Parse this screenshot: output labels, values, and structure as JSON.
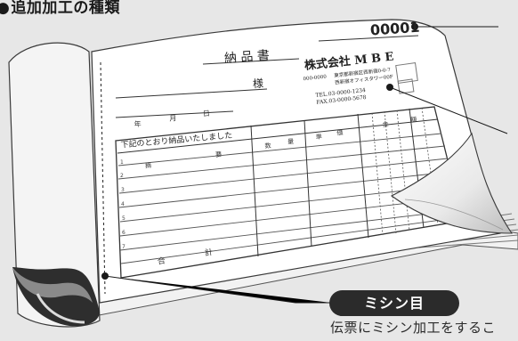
{
  "heading": {
    "bullet": "●",
    "text": "追加加工の種類"
  },
  "slip": {
    "title": "納 品 書",
    "serial_number": "00001",
    "customer_suffix": "様",
    "date_labels": [
      "年",
      "月",
      "日"
    ],
    "intro_text": "下記のとおり納品いたしました",
    "columns": [
      "摘",
      "要",
      "数",
      "量",
      "単",
      "価",
      "金",
      "額"
    ],
    "row_numbers": [
      "1",
      "2",
      "3",
      "4",
      "5",
      "6",
      "7"
    ],
    "total_labels": [
      "合",
      "計"
    ],
    "company": {
      "name": "株式会社 M B E",
      "postal": "000-0000",
      "address_line1": "東京都新宿区西新宿0-0-7",
      "address_line2": "西新宿オフィスタワー00F",
      "tel": "TEL.03-0000-1234",
      "fax": "FAX.03-0000-5678"
    }
  },
  "callout": {
    "label": "ミシン目",
    "caption": "伝票にミシン加工をするこ"
  },
  "colors": {
    "background": "#e7e7e7",
    "paper": "#ffffff",
    "line": "#3a3a3a",
    "badge": "#2b2b2b"
  }
}
